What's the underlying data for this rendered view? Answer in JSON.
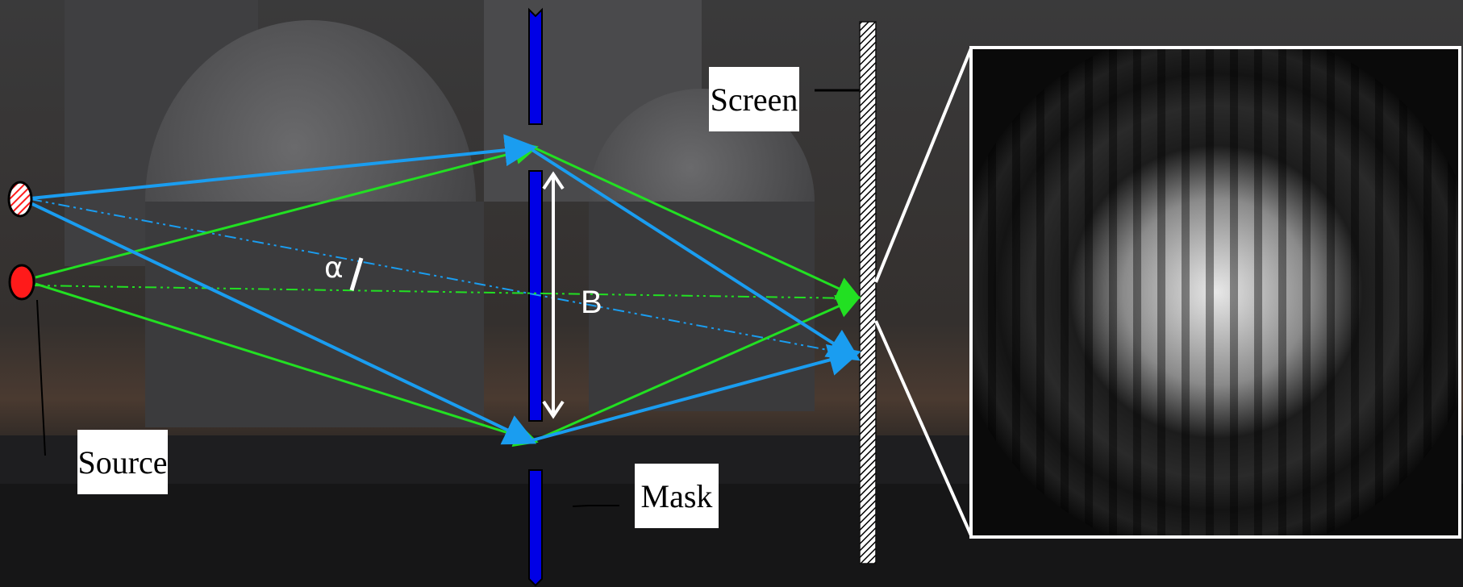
{
  "labels": {
    "screen": "Screen",
    "source": "Source",
    "mask": "Mask",
    "alpha": "α",
    "baseline": "B"
  },
  "colors": {
    "blue_rays": "#1a9df0",
    "green_rays": "#22e022",
    "mask": "#0000e6",
    "source_red": "#ff1a1a",
    "white": "#ffffff"
  }
}
